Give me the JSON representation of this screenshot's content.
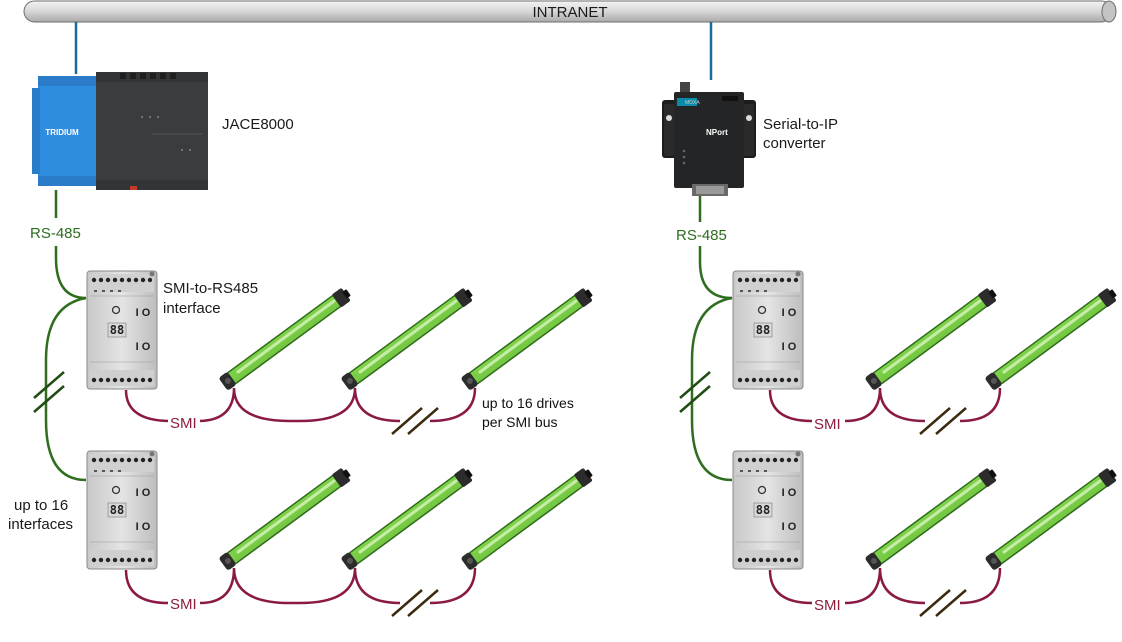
{
  "bus": {
    "label": "INTRANET"
  },
  "left": {
    "controller_label": "JACE8000",
    "controller_brand": "TRIDIUM",
    "rs485_label": "RS-485",
    "interface_label_line1": "SMI-to-RS485",
    "interface_label_line2": "interface",
    "smi_label_top": "SMI",
    "smi_label_bottom": "SMI",
    "drives_note_line1": "up to 16 drives",
    "drives_note_line2": "per SMI bus",
    "interfaces_note_line1": "up to 16",
    "interfaces_note_line2": "interfaces"
  },
  "right": {
    "converter_label_line1": "Serial-to-IP",
    "converter_label_line2": "converter",
    "converter_brand": "MOXA",
    "converter_model": "NPort",
    "rs485_label": "RS-485",
    "smi_label_top": "SMI",
    "smi_label_bottom": "SMI"
  },
  "colors": {
    "ethernet": "#1a6e96",
    "rs485": "#2f6d1f",
    "smi": "#8a1a45",
    "bus_fill": "#dcdcdc",
    "drive_green": "#7ac943"
  }
}
